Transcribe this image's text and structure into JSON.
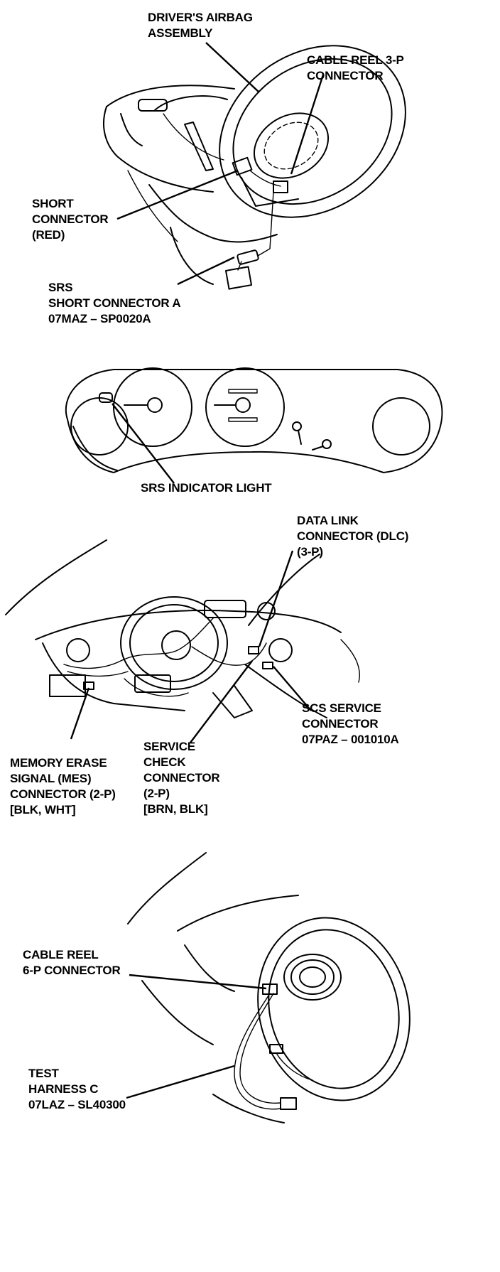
{
  "panel1": {
    "driver_airbag": [
      "DRIVER'S AIRBAG",
      "ASSEMBLY"
    ],
    "cable_reel_3p": [
      "CABLE REEL 3-P",
      "CONNECTOR"
    ],
    "short_connector": [
      "SHORT",
      "CONNECTOR",
      "(RED)"
    ],
    "srs_short_connector": [
      "SRS",
      "SHORT CONNECTOR A",
      "07MAZ – SP0020A"
    ]
  },
  "panel2": {
    "srs_indicator": "SRS INDICATOR LIGHT"
  },
  "panel3": {
    "dlc": [
      "DATA LINK",
      "CONNECTOR (DLC)",
      "(3-P)"
    ],
    "scs": [
      "SCS SERVICE",
      "CONNECTOR",
      "07PAZ – 001010A"
    ],
    "mes": [
      "MEMORY ERASE",
      "SIGNAL (MES)",
      "CONNECTOR (2-P)",
      "[BLK, WHT]"
    ],
    "service_check": [
      "SERVICE",
      "CHECK",
      "CONNECTOR",
      "(2-P)",
      "[BRN, BLK]"
    ]
  },
  "panel4": {
    "cable_reel_6p": [
      "CABLE REEL",
      "6-P CONNECTOR"
    ],
    "test_harness": [
      "TEST",
      "HARNESS C",
      "07LAZ – SL40300"
    ]
  }
}
